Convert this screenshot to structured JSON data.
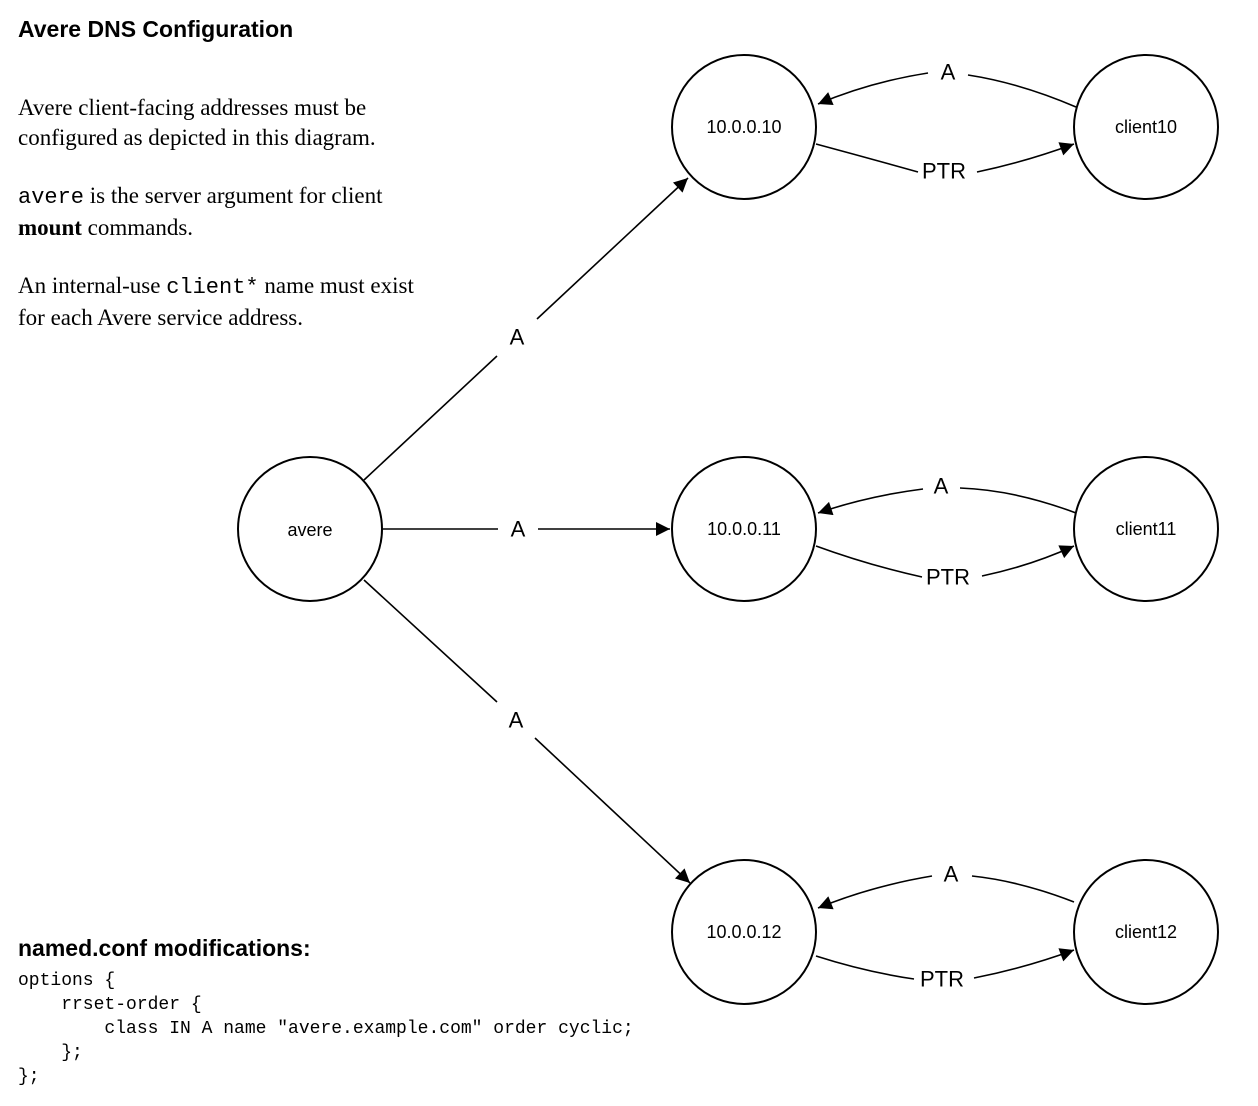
{
  "title": "Avere DNS Configuration",
  "description": {
    "p1": "Avere client-facing addresses must be configured as depicted in this diagram.",
    "p2_code": "avere",
    "p2_text1": " is the server argument for client ",
    "p2_bold": "mount",
    "p2_text2": " commands.",
    "p3_text1": "An internal-use ",
    "p3_code": "client*",
    "p3_text2": " name must exist for each Avere service address."
  },
  "diagram": {
    "nodes": {
      "avere": "avere",
      "ip10": "10.0.0.10",
      "ip11": "10.0.0.11",
      "ip12": "10.0.0.12",
      "client10": "client10",
      "client11": "client11",
      "client12": "client12"
    },
    "edges": {
      "avere_ip10": "A",
      "avere_ip11": "A",
      "avere_ip12": "A",
      "client10_ip10": "A",
      "ip10_client10": "PTR",
      "client11_ip11": "A",
      "ip11_client11": "PTR",
      "client12_ip12": "A",
      "ip12_client12": "PTR"
    }
  },
  "named_conf": {
    "title": "named.conf modifications:",
    "lines": [
      "options {",
      "    rrset-order {",
      "        class IN A name \"avere.example.com\" order cyclic;",
      "    };",
      "};"
    ]
  }
}
